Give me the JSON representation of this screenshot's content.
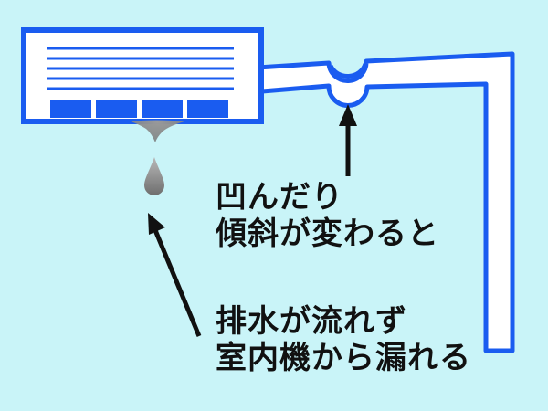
{
  "colors": {
    "background": "#c9f4f8",
    "unit_outline": "#1a5cf0",
    "unit_fill": "#ffffff",
    "vent_blocks": "#1a5cf0",
    "hose_outline": "#1a5cf0",
    "water_drop": "#8c8c8c",
    "arrow": "#111111",
    "text": "#111111"
  },
  "icons": {
    "unit": "air-conditioner-indoor-unit-icon",
    "hose": "drain-hose-icon",
    "drop": "water-drop-icon"
  },
  "captions": {
    "dent": [
      "凹んだり",
      "傾斜が変わると"
    ],
    "drain": [
      "排水が流れず",
      "室内機から漏れる"
    ]
  }
}
